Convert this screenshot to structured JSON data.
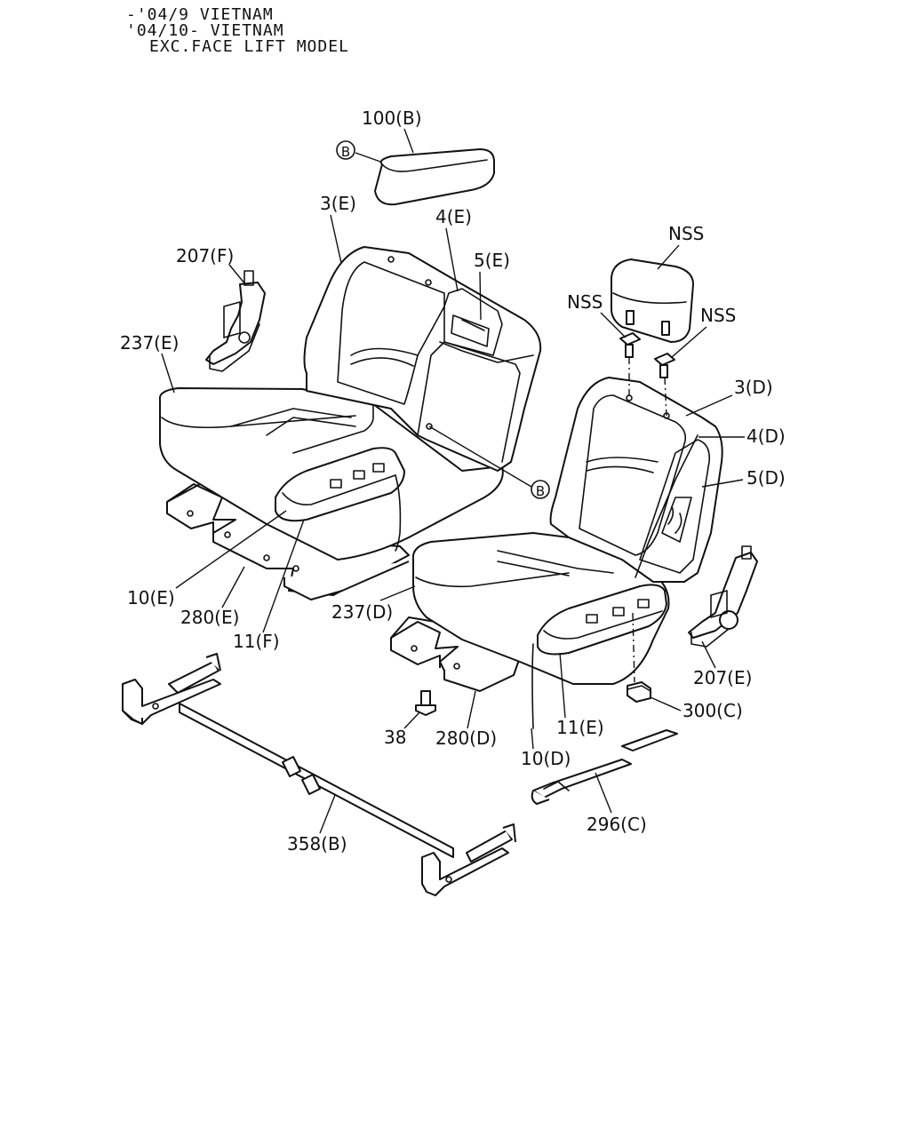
{
  "header": {
    "line1": "-'04/9 VIETNAM",
    "line2": "'04/10- VIETNAM",
    "line3": "EXC.FACE LIFT MODEL"
  },
  "callouts": {
    "c100b": "100(B)",
    "ref_b_top": "B",
    "c3e": "3(E)",
    "c4e": "4(E)",
    "c5e": "5(E)",
    "c207f": "207(F)",
    "c237e": "237(E)",
    "nss_top": "NSS",
    "nss_left": "NSS",
    "nss_right": "NSS",
    "c3d": "3(D)",
    "c4d": "4(D)",
    "c5d": "5(D)",
    "ref_b_mid": "B",
    "c10e": "10(E)",
    "c280e": "280(E)",
    "c11f": "11(F)",
    "c237d": "237(D)",
    "c207e": "207(E)",
    "c300c": "300(C)",
    "c38": "38",
    "c280d": "280(D)",
    "c11e": "11(E)",
    "c10d": "10(D)",
    "c296c": "296(C)",
    "c358b": "358(B)"
  }
}
